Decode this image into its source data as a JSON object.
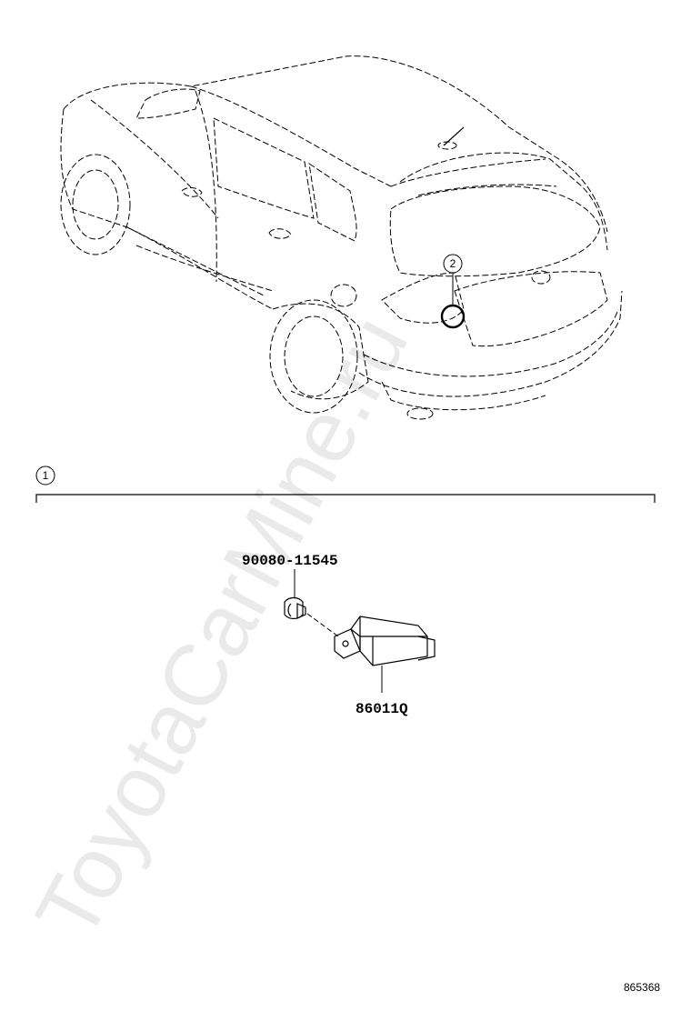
{
  "watermark": "ToyotaCarMine.ru",
  "vehicle": {
    "callout": "2"
  },
  "detail": {
    "group_callout": "1",
    "parts": [
      {
        "number": "90080-11545"
      },
      {
        "number": "86011Q"
      }
    ]
  },
  "diagram_ref": "865368"
}
